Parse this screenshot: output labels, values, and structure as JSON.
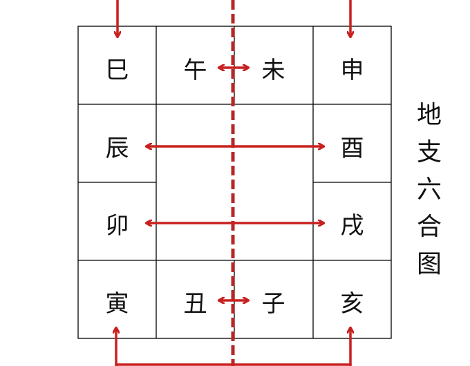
{
  "title": {
    "chars": [
      "地",
      "支",
      "六",
      "合",
      "图"
    ],
    "text": "地支六合图"
  },
  "grid": {
    "row1": [
      "巳",
      "午",
      "未",
      "申"
    ],
    "row2_left": "辰",
    "row2_right": "酉",
    "row3_left": "卯",
    "row3_right": "戌",
    "row4": [
      "寅",
      "丑",
      "子",
      "亥"
    ]
  },
  "pairs": [
    {
      "a": "子",
      "b": "丑"
    },
    {
      "a": "寅",
      "b": "亥"
    },
    {
      "a": "卯",
      "b": "戌"
    },
    {
      "a": "辰",
      "b": "酉"
    },
    {
      "a": "巳",
      "b": "申"
    },
    {
      "a": "午",
      "b": "未"
    }
  ],
  "colors": {
    "arrow": "#c8201f",
    "axis": "#b52626",
    "grid": "#000000"
  }
}
